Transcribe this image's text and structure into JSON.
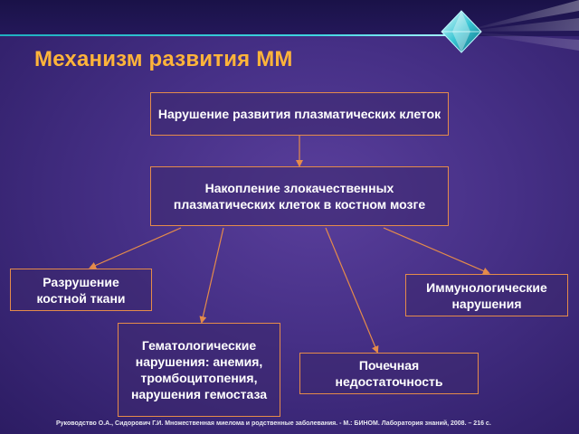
{
  "slide": {
    "title": "Механизм развития ММ",
    "footer": "Руководство О.А., Сидорович Г.И. Множественная миелома и родственные заболевания. - М.: БИНОМ. Лаборатория знаний, 2008. – 216 с."
  },
  "diagram": {
    "nodes": {
      "disruption": "Нарушение развития плазматических клеток",
      "accumulation": "Накопление злокачественных плазматических клеток в костном мозге",
      "bone_destruction": "Разрушение костной ткани",
      "hematologic": "Гематологические нарушения: анемия, тромбоцитопения, нарушения гемостаза",
      "renal_failure": "Почечная недостаточность",
      "immunologic": "Иммунологические нарушения"
    }
  },
  "colors": {
    "title": "#ffb43a",
    "box_border": "#e58b4a",
    "arrow": "#e58b4a",
    "accent_line": "#3fd6e0"
  }
}
